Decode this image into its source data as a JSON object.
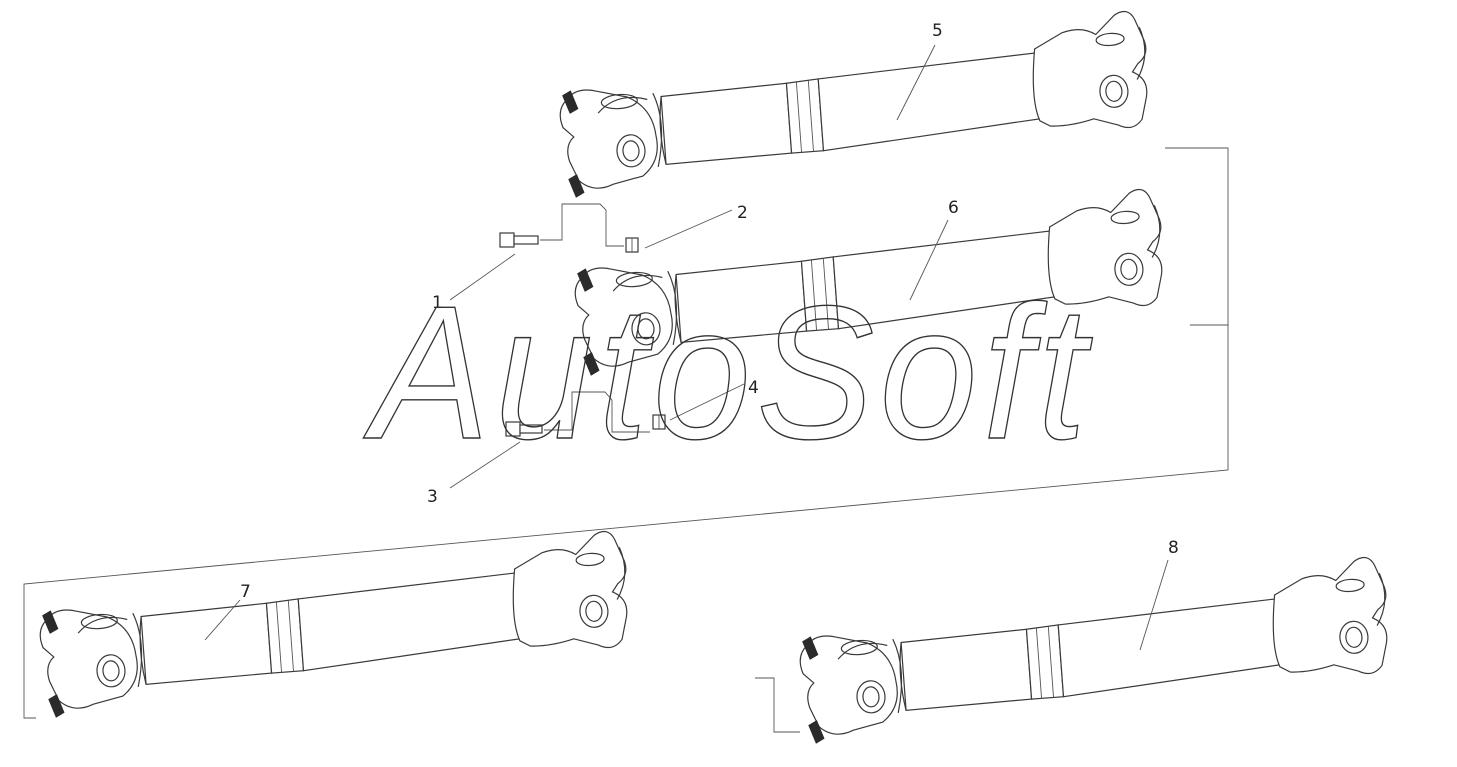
{
  "watermark": {
    "text": "AutoSoft"
  },
  "callouts": [
    {
      "id": "1",
      "label": "1"
    },
    {
      "id": "2",
      "label": "2"
    },
    {
      "id": "3",
      "label": "3"
    },
    {
      "id": "4",
      "label": "4"
    },
    {
      "id": "5",
      "label": "5"
    },
    {
      "id": "6",
      "label": "6"
    },
    {
      "id": "7",
      "label": "7"
    },
    {
      "id": "8",
      "label": "8"
    }
  ],
  "parts": [
    {
      "id": "shaft-5",
      "icon": "propeller-shaft-icon"
    },
    {
      "id": "shaft-6",
      "icon": "propeller-shaft-icon"
    },
    {
      "id": "shaft-7",
      "icon": "propeller-shaft-icon"
    },
    {
      "id": "shaft-8",
      "icon": "propeller-shaft-icon"
    },
    {
      "id": "bolt-1",
      "icon": "bolt-icon"
    },
    {
      "id": "nut-2",
      "icon": "nut-icon"
    },
    {
      "id": "bolt-3",
      "icon": "bolt-icon"
    },
    {
      "id": "nut-4",
      "icon": "nut-icon"
    }
  ],
  "colors": {
    "line": "#3a3a3a",
    "background": "#ffffff"
  }
}
